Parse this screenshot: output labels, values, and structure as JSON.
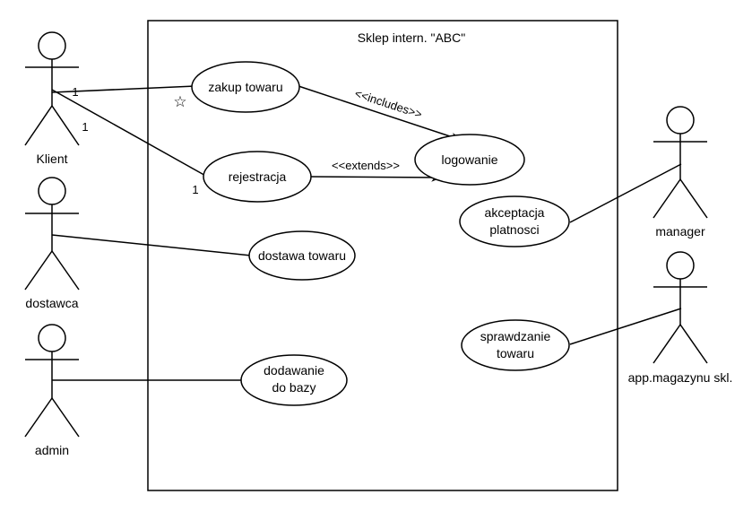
{
  "system": {
    "title": "Sklep intern. \"ABC\""
  },
  "actors": {
    "klient": "Klient",
    "dostawca": "dostawca",
    "admin": "admin",
    "manager": "manager",
    "magazyn": "app.magazynu skl."
  },
  "use_cases": {
    "zakup": "zakup towaru",
    "rejestracja": "rejestracja",
    "logowanie": "logowanie",
    "dostawa": "dostawa towaru",
    "dodawanie_line1": "dodawanie",
    "dodawanie_line2": "do bazy",
    "akceptacja_line1": "akceptacja",
    "akceptacja_line2": "platnosci",
    "sprawdzanie_line1": "sprawdzanie",
    "sprawdzanie_line2": "towaru"
  },
  "relations": {
    "includes": "<<includes>>",
    "extends": "<<extends>>"
  },
  "multiplicities": {
    "klient_zakup": "1",
    "klient_rejestracja": "1",
    "rejestracja_end": "1",
    "zakup_star": "☆"
  },
  "colors": {
    "stroke": "#000000",
    "background": "#ffffff"
  }
}
